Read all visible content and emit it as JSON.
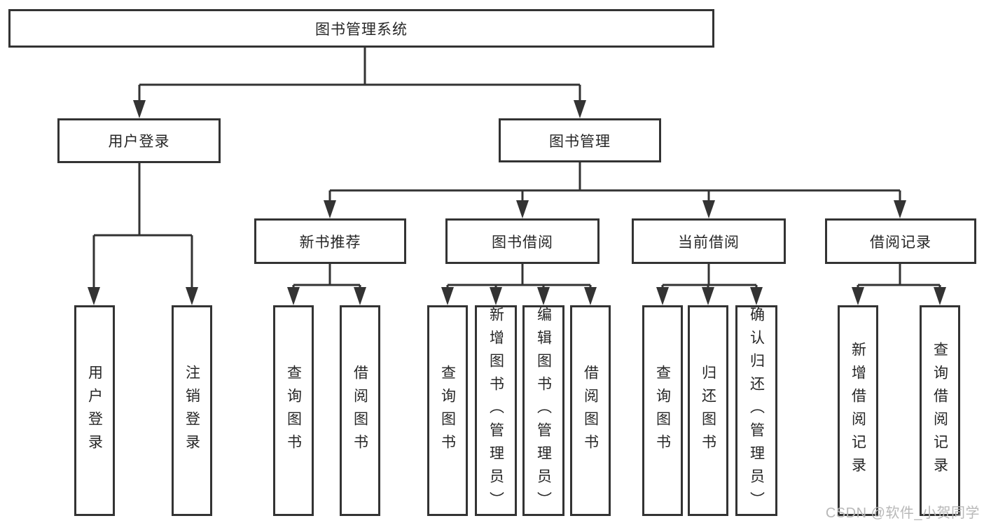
{
  "tree": {
    "root": {
      "label": "图书管理系统"
    },
    "children": [
      {
        "label": "用户登录",
        "children": [
          {
            "label": "用户登录"
          },
          {
            "label": "注销登录"
          }
        ]
      },
      {
        "label": "图书管理",
        "children": [
          {
            "label": "新书推荐",
            "children": [
              {
                "label": "查询图书"
              },
              {
                "label": "借阅图书"
              }
            ]
          },
          {
            "label": "图书借阅",
            "children": [
              {
                "label": "查询图书"
              },
              {
                "label": "新增图书（管理员）"
              },
              {
                "label": "编辑图书（管理员）"
              },
              {
                "label": "借阅图书"
              }
            ]
          },
          {
            "label": "当前借阅",
            "children": [
              {
                "label": "查询图书"
              },
              {
                "label": "归还图书"
              },
              {
                "label": "确认归还（管理员）"
              }
            ]
          },
          {
            "label": "借阅记录",
            "children": [
              {
                "label": "新增借阅记录"
              },
              {
                "label": "查询借阅记录"
              }
            ]
          }
        ]
      }
    ]
  },
  "watermark": {
    "text": "CSDN @软件_小贺同学"
  },
  "colors": {
    "line": "#333333",
    "text": "#262626",
    "watermark": "#b8b8b8",
    "background": "#ffffff"
  }
}
